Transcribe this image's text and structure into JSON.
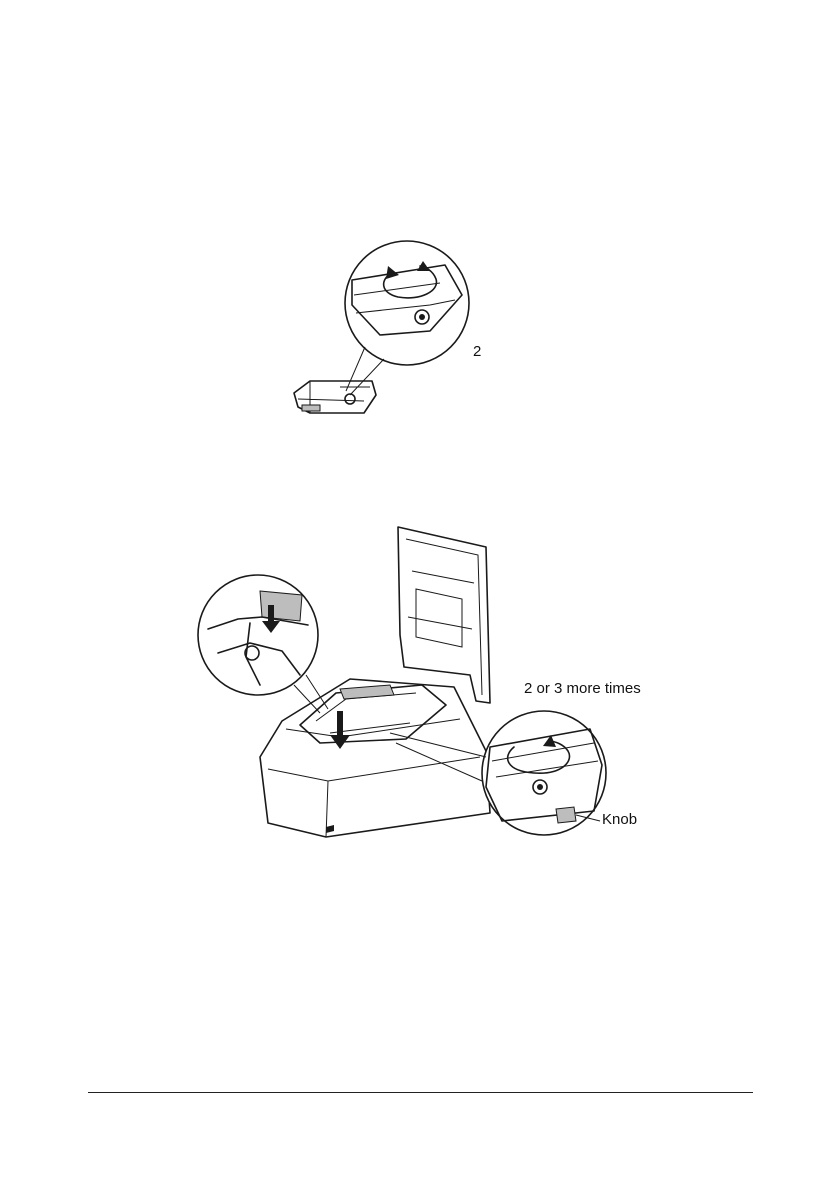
{
  "figure1": {
    "step_label": "2"
  },
  "figure2": {
    "repeat_label": "2 or 3 more times",
    "knob_label": "Knob"
  }
}
